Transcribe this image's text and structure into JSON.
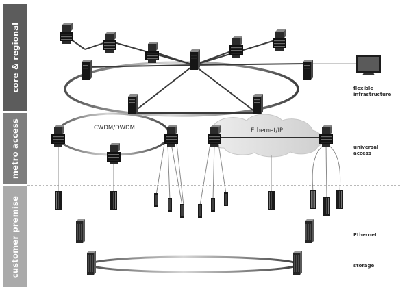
{
  "sections": [
    {
      "label": "core & regional"
    },
    {
      "label": "metro access"
    },
    {
      "label": "customer premise"
    }
  ],
  "side_labels": {
    "flexible_infrastructure": "flexible\ninfrastructure",
    "universal_access": "universal\naccess",
    "ethernet": "Ethernet",
    "storage": "storage"
  },
  "ring_labels": {
    "cwdm_dwdm": "CWDM/DWDM",
    "ethernet_ip": "Ethernet/IP"
  },
  "icons": {
    "network_device": "rack-switch-icon",
    "server": "server-tower-icon",
    "monitor": "monitor-icon",
    "cloud": "cloud-icon"
  },
  "colors": {
    "core_band": "#5c5c5c",
    "metro_band": "#7e7e7e",
    "customer_band": "#aaaaaa",
    "cloud": "#d8d8d8"
  }
}
